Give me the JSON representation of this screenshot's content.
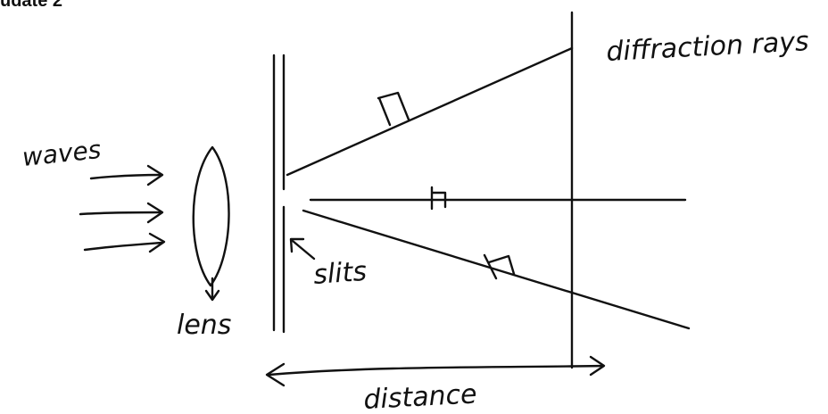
{
  "header": {
    "text": "udate 2"
  },
  "labels": {
    "waves": "waves",
    "lens": "lens",
    "slits": "slits",
    "distance": "distance",
    "diffraction_rays": "diffraction rays"
  },
  "colors": {
    "ink": "#111111",
    "background": "#ffffff"
  }
}
